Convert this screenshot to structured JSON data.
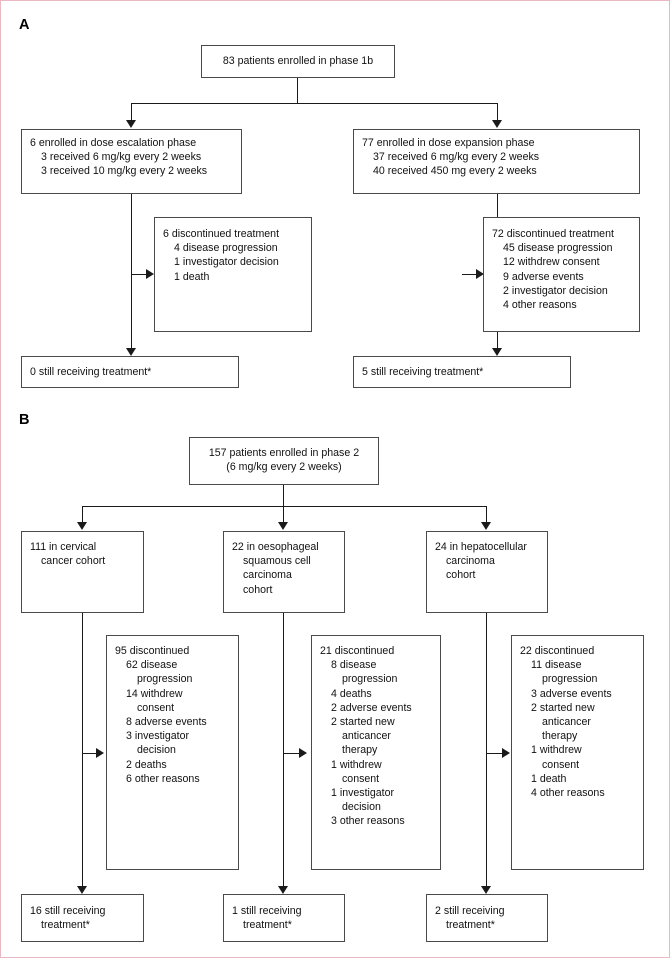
{
  "figure": {
    "type": "flow-diagram",
    "panels": [
      {
        "label": "A",
        "nodes": {
          "enrolled": {
            "lines": [
              "83 patients enrolled in phase 1b"
            ]
          },
          "escalation": {
            "lines": [
              "6 enrolled in dose escalation phase",
              "3 received 6 mg/kg every 2 weeks",
              "3 received 10 mg/kg every 2 weeks"
            ]
          },
          "expansion": {
            "lines": [
              "77 enrolled in dose expansion phase",
              "37 received 6 mg/kg every 2 weeks",
              "40 received 450 mg every 2 weeks"
            ]
          },
          "escalation_discontinued": {
            "lines": [
              "6 discontinued treatment",
              "4 disease progression",
              "1 investigator decision",
              "1 death"
            ]
          },
          "expansion_discontinued": {
            "lines": [
              "72 discontinued treatment",
              "45 disease progression",
              "12 withdrew consent",
              "9 adverse events",
              "2 investigator decision",
              "4 other reasons"
            ]
          },
          "escalation_ongoing": {
            "lines": [
              "0 still receiving treatment*"
            ]
          },
          "expansion_ongoing": {
            "lines": [
              "5 still receiving treatment*"
            ]
          }
        }
      },
      {
        "label": "B",
        "nodes": {
          "enrolled": {
            "lines": [
              "157 patients enrolled in phase 2",
              "(6 mg/kg every 2 weeks)"
            ]
          },
          "cohort_cervical": {
            "lines": [
              "111 in cervical",
              "cancer cohort"
            ]
          },
          "cohort_oesophageal": {
            "lines": [
              "22 in oesophageal",
              "squamous cell",
              "carcinoma",
              "cohort"
            ]
          },
          "cohort_hepatocellular": {
            "lines": [
              "24 in hepatocellular",
              "carcinoma",
              "cohort"
            ]
          },
          "cervical_discontinued": {
            "lines": [
              "95 discontinued",
              "62 disease",
              "progression",
              "14 withdrew",
              "consent",
              "8 adverse events",
              "3 investigator",
              "decision",
              "2 deaths",
              "6 other reasons"
            ]
          },
          "oesophageal_discontinued": {
            "lines": [
              "21 discontinued",
              "8 disease",
              "progression",
              "4 deaths",
              "2 adverse events",
              "2 started new",
              "anticancer",
              "therapy",
              "1 withdrew",
              "consent",
              "1 investigator",
              "decision",
              "3 other reasons"
            ]
          },
          "hepatocellular_discontinued": {
            "lines": [
              "22 discontinued",
              "11 disease",
              "progression",
              "3 adverse events",
              "2 started new",
              "anticancer",
              "therapy",
              "1 withdrew",
              "consent",
              "1 death",
              "4 other reasons"
            ]
          },
          "cervical_ongoing": {
            "lines": [
              "16 still receiving",
              "treatment*"
            ]
          },
          "oesophageal_ongoing": {
            "lines": [
              "1 still receiving",
              "treatment*"
            ]
          },
          "hepatocellular_ongoing": {
            "lines": [
              "2 still receiving",
              "treatment*"
            ]
          }
        }
      }
    ]
  },
  "colors": {
    "border": "#4a4a4a",
    "line": "#1a1a1a",
    "page_border": "#e8b9c2",
    "text": "#111111"
  }
}
